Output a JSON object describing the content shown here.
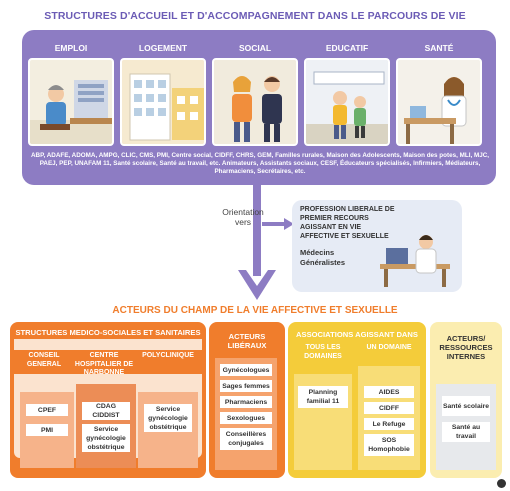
{
  "title": "STRUCTURES D'ACCUEIL ET D'ACCOMPAGNEMENT DANS LE PARCOURS DE VIE",
  "categories": [
    "EMPLOI",
    "LOGEMENT",
    "SOCIAL",
    "EDUCATIF",
    "SANTÉ"
  ],
  "acronyms": "ABP, ADAFE, ADOMA, AMPG, CLIC, CMS, PMI, Centre social, CIDFF, CHRS, GEM, Familles rurales, Maison des Adolescents, Maison des potes, MLI, MJC, PAEJ, PEP, UNAFAM 11, Santé scolaire, Santé au travail, etc. Animateurs, Assistants sociaux, CESF, Éducateurs spécialisés, Infirmiers, Médiateurs, Pharmaciens, Secrétaires, etc.",
  "orientation": {
    "line1": "Orientation",
    "line2": "vers"
  },
  "profession": {
    "title": "PROFESSION LIBERALE DE PREMIER RECOURS AGISSANT EN VIE AFFECTIVE ET SEXUELLE",
    "subtitle": "Médecins Généralistes"
  },
  "acteurs_title": "ACTEURS DU CHAMP DE LA VIE AFFECTIVE ET SEXUELLE",
  "medico": {
    "title": "STRUCTURES MEDICO-SOCIALES ET SANITAIRES",
    "col1": "CONSEIL GENERAL",
    "col2": "CENTRE HOSPITALIER DE NARBONNE",
    "col3": "POLYCLINIQUE",
    "items1": [
      "CPEF",
      "PMI"
    ],
    "items2": [
      "CDAG CIDDIST",
      "Service gynécologie obstétrique"
    ],
    "items3": [
      "Service gynécologie obstétrique"
    ]
  },
  "liberaux": {
    "title": "ACTEURS LIBÉRAUX",
    "items": [
      "Gynécologues",
      "Sages femmes",
      "Pharmaciens",
      "Sexologues",
      "Conseillères conjugales"
    ]
  },
  "associations": {
    "title": "ASSOCIATIONS AGISSANT DANS",
    "col1": "TOUS LES DOMAINES",
    "col2": "UN DOMAINE",
    "items1": [
      "Planning familial 11"
    ],
    "items2": [
      "AIDES",
      "CIDFF",
      "Le Refuge",
      "SOS Homophobie"
    ]
  },
  "internes": {
    "title": "ACTEURS/ RESSOURCES INTERNES",
    "items": [
      "Santé scolaire",
      "Santé au travail"
    ]
  },
  "colors": {
    "purple": "#8d7cc3",
    "orange": "#f07d2c",
    "yellow": "#f4cc3a",
    "lightyellow": "#fbedb0"
  }
}
